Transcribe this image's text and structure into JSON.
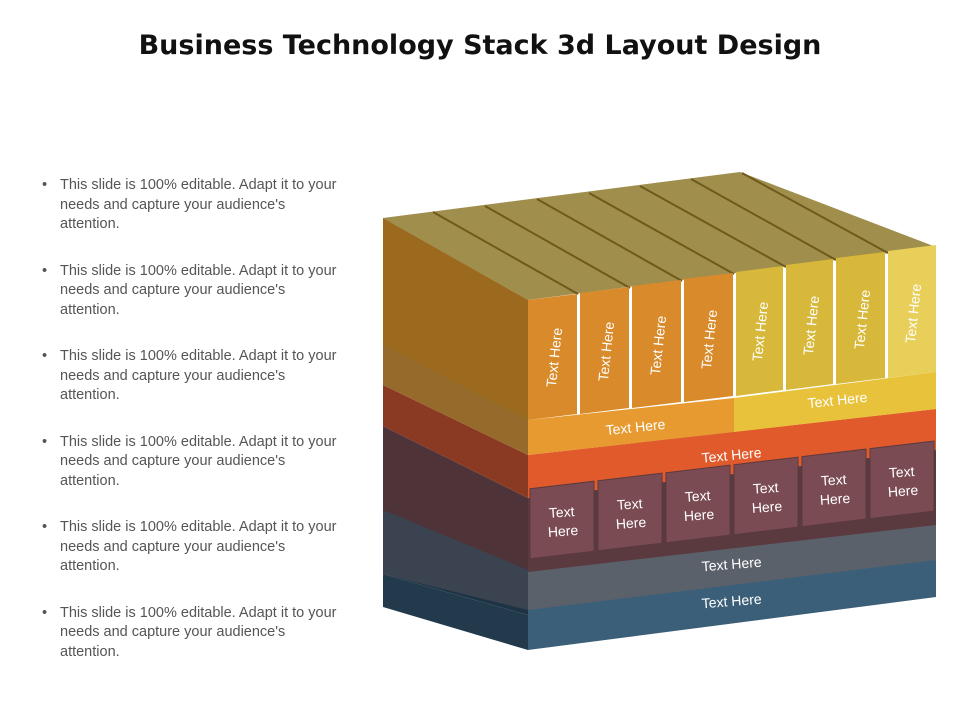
{
  "title": "Business Technology Stack 3d Layout Design",
  "bullets": [
    "This slide is 100% editable. Adapt it to your needs and capture your audience's attention.",
    "This slide is 100% editable. Adapt it to your needs and capture your audience's attention.",
    "This slide is 100% editable. Adapt it to your needs and capture your audience's attention.",
    "This slide is 100% editable. Adapt it to your needs and capture your audience's attention.",
    "This slide is 100% editable. Adapt it to your needs and capture your audience's attention.",
    "This slide is 100% editable. Adapt it to your needs and capture your audience's attention."
  ],
  "stack": {
    "top_left_group_labels": [
      "Text Here",
      "Text Here",
      "Text Here",
      "Text Here"
    ],
    "top_right_group_labels": [
      "Text Here",
      "Text Here",
      "Text Here",
      "Text Here"
    ],
    "top_left_base_label": "Text Here",
    "top_right_base_label": "Text Here",
    "orange_layer_label": "Text Here",
    "box_labels": [
      "Text Here",
      "Text Here",
      "Text Here",
      "Text Here",
      "Text Here",
      "Text Here"
    ],
    "gray_layer_label": "Text Here",
    "blue_layer_label": "Text Here"
  },
  "colors": {
    "blue": "#3b5f78",
    "gray": "#5b616b",
    "maroon": "#7a4b52",
    "orange_red": "#e05a2b",
    "amber": "#e69a30",
    "yellow": "#e8c23a"
  }
}
